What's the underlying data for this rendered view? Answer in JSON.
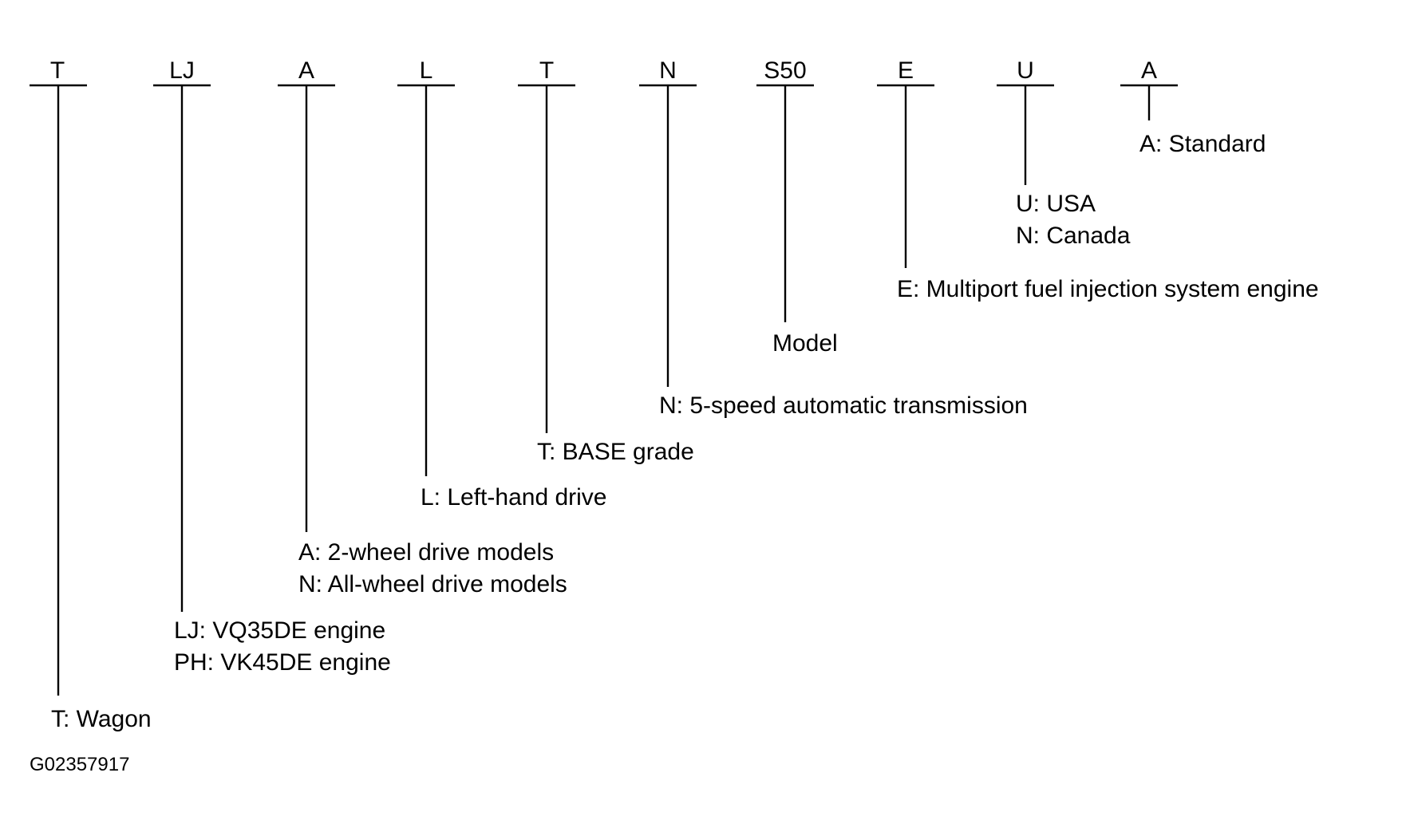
{
  "fields": [
    {
      "code": "T",
      "lines": [
        "T: Wagon"
      ]
    },
    {
      "code": "LJ",
      "lines": [
        "LJ: VQ35DE engine",
        "PH: VK45DE engine"
      ]
    },
    {
      "code": "A",
      "lines": [
        "A: 2-wheel drive models",
        "N: All-wheel drive models"
      ]
    },
    {
      "code": "L",
      "lines": [
        "L: Left-hand drive"
      ]
    },
    {
      "code": "T",
      "lines": [
        "T: BASE grade"
      ]
    },
    {
      "code": "N",
      "lines": [
        "N: 5-speed automatic transmission"
      ]
    },
    {
      "code": "S50",
      "lines": [
        "Model"
      ]
    },
    {
      "code": "E",
      "lines": [
        "E: Multiport fuel injection system engine"
      ]
    },
    {
      "code": "U",
      "lines": [
        "U: USA",
        "N: Canada"
      ]
    },
    {
      "code": "A",
      "lines": [
        "A: Standard"
      ]
    }
  ],
  "figure_id": "G02357917"
}
